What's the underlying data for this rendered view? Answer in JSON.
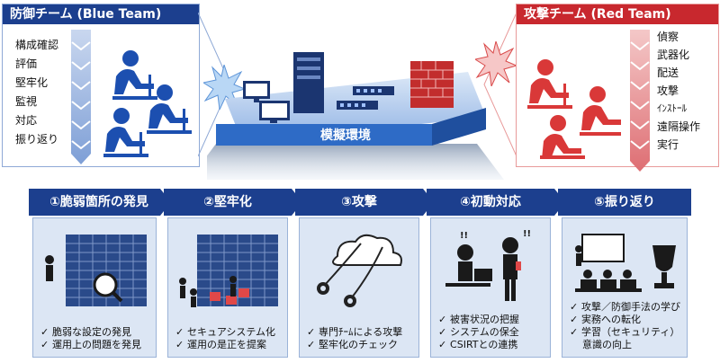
{
  "blue_team": {
    "title": "防御チーム (Blue Team)",
    "steps": [
      "構成確認",
      "評価",
      "堅牢化",
      "監視",
      "対応",
      "振り返り"
    ],
    "color": "#1c3f8e"
  },
  "red_team": {
    "title": "攻撃チーム (Red Team)",
    "steps": [
      "偵察",
      "武器化",
      "配送",
      "攻撃",
      "ｲﾝｽﾄｰﾙ",
      "遠隔操作",
      "実行"
    ],
    "color": "#c8282e"
  },
  "environment": {
    "label": "模擬環境"
  },
  "phases": [
    {
      "title": "①脆弱箇所の発見",
      "bullets": [
        "脆弱な設定の発見",
        "運用上の問題を発見"
      ]
    },
    {
      "title": "②堅牢化",
      "bullets": [
        "セキュアシステム化",
        "運用の是正を提案"
      ]
    },
    {
      "title": "③攻撃",
      "bullets": [
        "専門ﾁｰﾑによる攻撃",
        "堅牢化のチェック"
      ]
    },
    {
      "title": "④初動対応",
      "bullets": [
        "被害状況の把握",
        "システムの保全",
        "CSIRTとの連携"
      ]
    },
    {
      "title": "⑤振り返り",
      "bullets": [
        "攻撃／防御手法の学び",
        "実務への転化",
        "学習（セキュリティ）",
        "意識の向上"
      ]
    }
  ]
}
